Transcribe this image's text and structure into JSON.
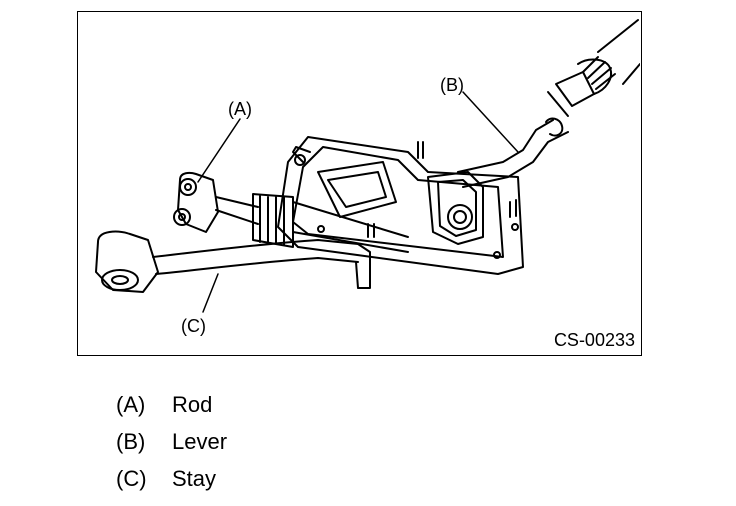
{
  "figure": {
    "code": "CS-00233",
    "callouts": {
      "a": "(A)",
      "b": "(B)",
      "c": "(C)"
    }
  },
  "legend": [
    {
      "key": "(A)",
      "label": "Rod"
    },
    {
      "key": "(B)",
      "label": "Lever"
    },
    {
      "key": "(C)",
      "label": "Stay"
    }
  ]
}
